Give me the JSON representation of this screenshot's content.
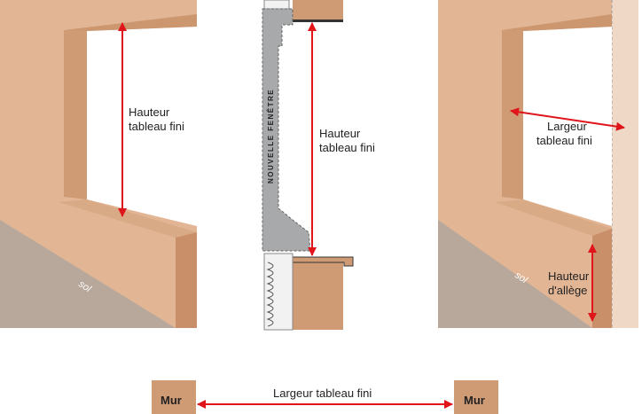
{
  "panel_left": {
    "arrow_label_line1": "Hauteur",
    "arrow_label_line2": "tableau fini",
    "floor_label": "sol"
  },
  "panel_middle": {
    "window_label": "NOUVELLE FENÊTRE",
    "arrow_label_line1": "Hauteur",
    "arrow_label_line2": "tableau fini"
  },
  "panel_right": {
    "width_label_line1": "Largeur",
    "width_label_line2": "tableau fini",
    "sill_label_line1": "Hauteur",
    "sill_label_line2": "d'allège",
    "floor_label": "sol"
  },
  "bottom": {
    "wall_left": "Mur",
    "wall_right": "Mur",
    "width_label": "Largeur tableau fini"
  },
  "colors": {
    "wall": "#e2b695",
    "wall_dark": "#cf9b75",
    "wall_side": "#c98f68",
    "floor": "#b8a89b",
    "arrow": "#e0141b",
    "frame_grey": "#a7a9ab",
    "insulation": "#f2f2f2"
  }
}
